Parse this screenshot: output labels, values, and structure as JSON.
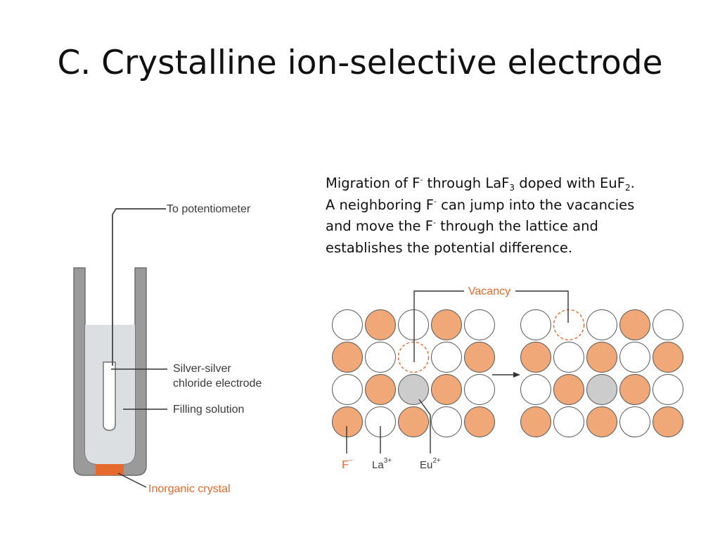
{
  "title": "C. Crystalline ion-selective electrode",
  "caption": {
    "p1": "Migration of F",
    "p2": "-",
    "p3": " through LaF",
    "p4": "3",
    "p5": " doped with EuF",
    "p6": "2",
    "p7": ".",
    "p8": "A neighboring F",
    "p9": "-",
    "p10": " can jump into the vacancies",
    "p11": "and move the F",
    "p12": "-",
    "p13": " through the lattice and",
    "p14": "establishes the potential difference."
  },
  "electrode_labels": {
    "potentiometer": "To potentiometer",
    "silver_line1": "Silver-silver",
    "silver_line2": "chloride electrode",
    "filling": "Filling solution",
    "crystal": "Inorganic crystal"
  },
  "lattice_labels": {
    "vacancy": "Vacancy",
    "fluoride": "F",
    "fluoride_charge": "−",
    "lanthanum": "La",
    "lanthanum_charge": "3+",
    "europium": "Eu",
    "europium_charge": "2+"
  },
  "lattice": {
    "before": [
      [
        "La",
        "F",
        "La",
        "F",
        "La"
      ],
      [
        "F",
        "La",
        "V",
        "La",
        "F"
      ],
      [
        "La",
        "F",
        "Eu",
        "F",
        "La"
      ],
      [
        "F",
        "La",
        "F",
        "La",
        "F"
      ]
    ],
    "after": [
      [
        "La",
        "V",
        "La",
        "F",
        "La"
      ],
      [
        "F",
        "La",
        "F",
        "La",
        "F"
      ],
      [
        "La",
        "F",
        "Eu",
        "F",
        "La"
      ],
      [
        "F",
        "La",
        "F",
        "La",
        "F"
      ]
    ]
  },
  "colors": {
    "fluoride": "#f0a878",
    "lanthanum": "#ffffff",
    "europium": "#cccccc",
    "vacancy_stroke": "#e46a2e",
    "tube_wall": "#9a9a9a",
    "crystal": "#e46a2e",
    "label_orange": "#e46a2e"
  }
}
